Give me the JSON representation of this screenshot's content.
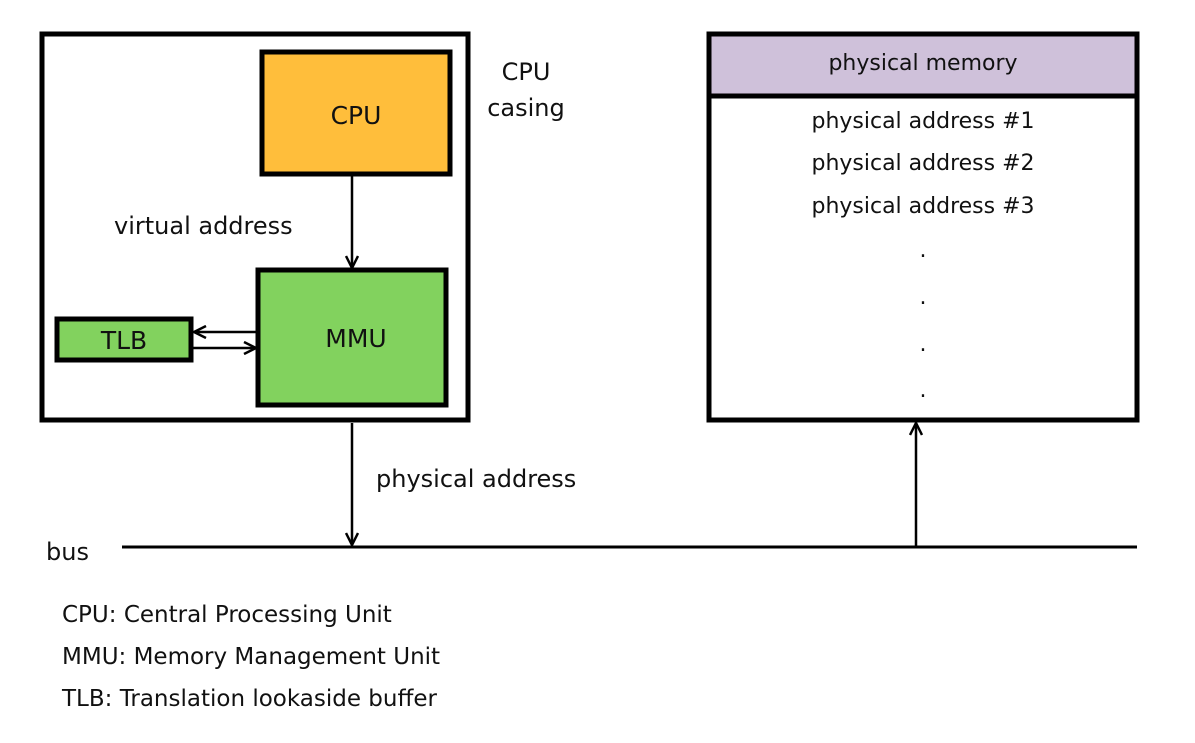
{
  "diagram": {
    "cpu_casing_label_line1": "CPU",
    "cpu_casing_label_line2": "casing",
    "cpu_label": "CPU",
    "mmu_label": "MMU",
    "tlb_label": "TLB",
    "virtual_address_label": "virtual address",
    "physical_address_label": "physical address",
    "bus_label": "bus",
    "memory": {
      "header": "physical memory",
      "rows": [
        "physical address #1",
        "physical address #2",
        "physical address #3"
      ],
      "continuation": [
        ".",
        ".",
        ".",
        "."
      ]
    },
    "legend": [
      "CPU: Central Processing Unit",
      "MMU: Memory Management Unit",
      "TLB: Translation lookaside buffer"
    ]
  },
  "colors": {
    "cpu_fill": "#FFBE3B",
    "mmu_fill": "#82D25E",
    "tlb_fill": "#82D25E",
    "memory_header_fill": "#CFC1DA",
    "stroke": "#000000",
    "text": "#111111"
  }
}
